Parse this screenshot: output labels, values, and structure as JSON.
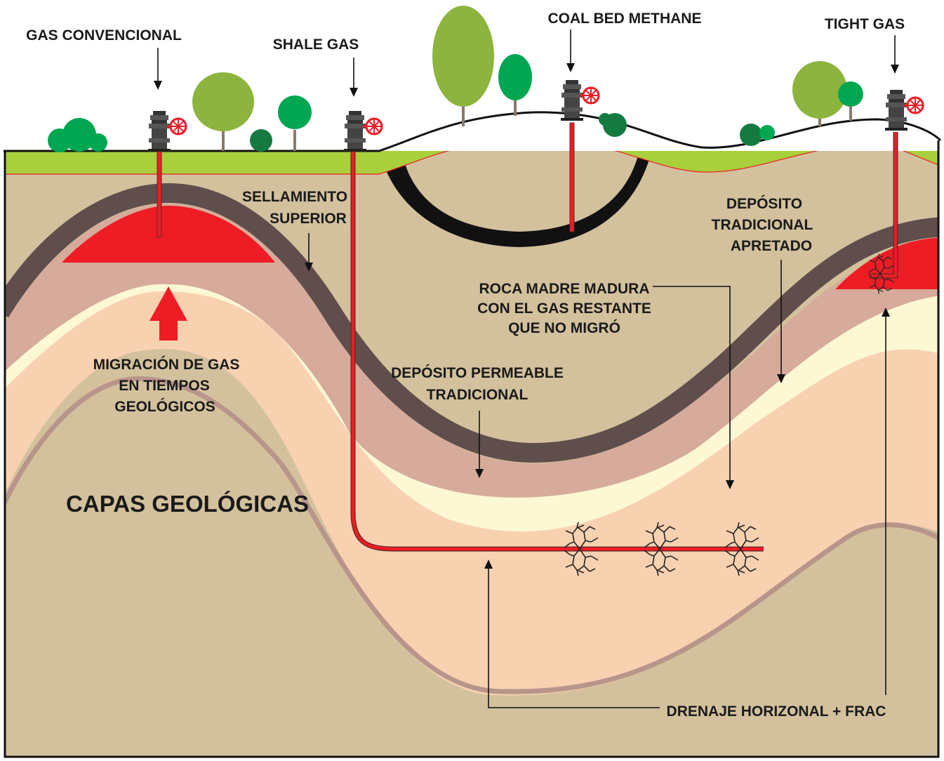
{
  "labels": {
    "gas_convencional": "GAS CONVENCIONAL",
    "shale_gas": "SHALE GAS",
    "coal_bed_methane": "COAL BED METHANE",
    "tight_gas": "TIGHT GAS",
    "sellamiento_1": "SELLAMIENTO",
    "sellamiento_2": "SUPERIOR",
    "deposito_apretado_1": "DEPÓSITO",
    "deposito_apretado_2": "TRADICIONAL",
    "deposito_apretado_3": "APRETADO",
    "roca_madre_1": "ROCA MADRE MADURA",
    "roca_madre_2": "CON EL GAS RESTANTE",
    "roca_madre_3": "QUE NO MIGRÓ",
    "migracion_1": "MIGRACIÓN DE GAS",
    "migracion_2": "EN TIEMPOS",
    "migracion_3": "GEOLÓGICOS",
    "permeable_1": "DEPÓSITO PERMEABLE",
    "permeable_2": "TRADICIONAL",
    "capas": "CAPAS GEOLÓGICAS",
    "drenaje": "DRENAJE HORIZONAL + FRAC"
  },
  "colors": {
    "surface_green": "#a8cf3c",
    "earth": "#d3c19d",
    "seal": "#5f4e4b",
    "gas_red": "#ee1c24",
    "source_rock": "#d6ab9b",
    "reservoir": "#f8d1b1",
    "tight_layer": "#fdf8d4",
    "coal": "#111111",
    "tree_light": "#8db43e",
    "tree_mid": "#00a651",
    "tree_dark": "#157a3f"
  }
}
